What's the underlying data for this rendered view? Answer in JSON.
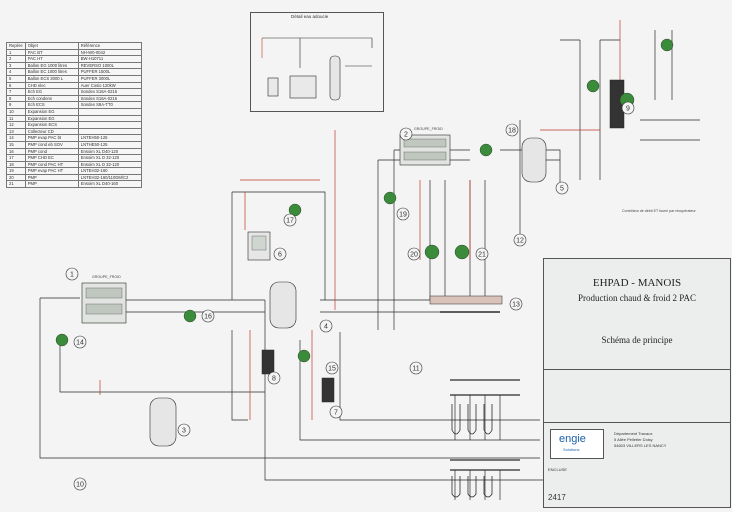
{
  "legend": {
    "headers": [
      "Repère",
      "Objet",
      "Référence"
    ],
    "rows": [
      [
        "1",
        "PAC BT",
        "NH-W0-0042"
      ],
      [
        "2",
        "PAC HT",
        "BW-H10711"
      ],
      [
        "3",
        "Ballon EG 1000 litres",
        "REVERSO 1000L"
      ],
      [
        "4",
        "Ballon EC 1000 litres",
        "PUFFER 1500L"
      ],
      [
        "5",
        "Ballon ECS 3000 L",
        "PUFFER 3000L"
      ],
      [
        "6",
        "CHD elec",
        "Auer Cosio 120kW"
      ],
      [
        "7",
        "Ech EG",
        "Sondex S16A-0215"
      ],
      [
        "8",
        "Ech condens",
        "Sondex S16A-0215"
      ],
      [
        "9",
        "Ech ECS",
        "Sondex S8A-TT0"
      ],
      [
        "10",
        "Expansion EG",
        ""
      ],
      [
        "11",
        "Expansion EG",
        ""
      ],
      [
        "12",
        "Expansion ECS",
        ""
      ],
      [
        "13",
        "Collecteur CD",
        ""
      ],
      [
        "14",
        "PMP evap PAC bt",
        "LNTEH50-125"
      ],
      [
        "15",
        "PMP cond eb SOV",
        "LNTHE50-125"
      ],
      [
        "16",
        "PMP cond",
        "Ensoim XL D40-120"
      ],
      [
        "17",
        "PMP CHD EC",
        "Ensoim XL D 32-120"
      ],
      [
        "18",
        "PMP cond PAC HT",
        "Ensoim XL D 32-120"
      ],
      [
        "19",
        "PMP evap PAC HT",
        "LNTEH32-160"
      ],
      [
        "20",
        "PMP",
        "LNTEH32-160/110DM/C2"
      ],
      [
        "21",
        "PMP",
        "Ensoim XL D40-160"
      ]
    ]
  },
  "detail": {
    "title": "Détail eau adoucie"
  },
  "diagram": {
    "groups": [
      "GROUPE_FROID",
      "GROUPE_FROID"
    ],
    "note_right": "Contrôleur de débit ET fourni par récupérateur",
    "numbers": [
      "1",
      "2",
      "3",
      "4",
      "5",
      "6",
      "7",
      "8",
      "9",
      "10",
      "11",
      "12",
      "13",
      "14",
      "15",
      "16",
      "17",
      "18",
      "19",
      "20",
      "21"
    ]
  },
  "title_block": {
    "project": "EHPAD - MANOIS",
    "subtitle": "Production chaud & froid 2 PAC",
    "drawing": "Schéma de principe",
    "company": "engie",
    "company_sub": "Solutions",
    "dept_line1": "Département Travaux",
    "dept_line2": "5 Allée Pelletier Doisy",
    "dept_line3": "54603 VILLERS LES NANCY",
    "ref": "ENCLUSE",
    "sheet_no": "2417"
  },
  "colors": {
    "pipe": "#2b2b2b",
    "hot_pipe": "#c0392b",
    "component_green": "#3a8c3a",
    "tank": "#e9e9e9",
    "numbers_circle": "#333333"
  }
}
